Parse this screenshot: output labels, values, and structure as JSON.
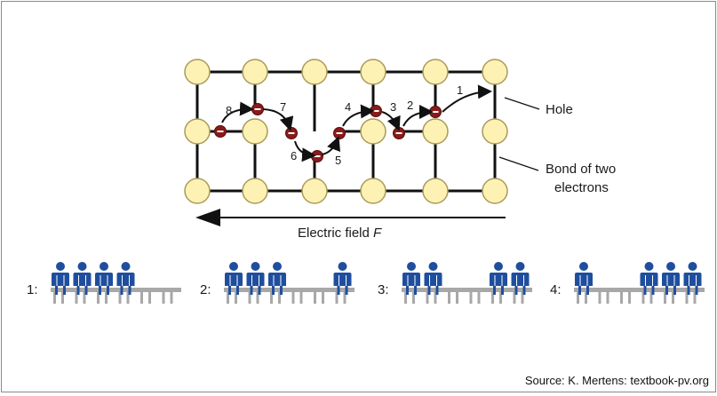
{
  "labels": {
    "hole": "Hole",
    "bond_line1": "Bond of two",
    "bond_line2": "electrons",
    "field_prefix": "Electric field ",
    "field_symbol": "F",
    "source": "Source: K. Mertens: textbook-pv.org"
  },
  "step_numbers": [
    "1",
    "2",
    "3",
    "4",
    "5",
    "6",
    "7",
    "8"
  ],
  "benches": [
    {
      "label": "1:",
      "seats": [
        true,
        true,
        true,
        true,
        false,
        false
      ]
    },
    {
      "label": "2:",
      "seats": [
        true,
        true,
        true,
        false,
        false,
        true
      ]
    },
    {
      "label": "3:",
      "seats": [
        true,
        true,
        false,
        false,
        true,
        true
      ]
    },
    {
      "label": "4:",
      "seats": [
        true,
        false,
        false,
        true,
        true,
        true
      ]
    }
  ],
  "colors": {
    "atom_fill": "#fdf1b4",
    "atom_stroke": "#a89a5a",
    "electron": "#8b1a1a",
    "person": "#1f4e9e",
    "bench": "#a8a8a8"
  }
}
